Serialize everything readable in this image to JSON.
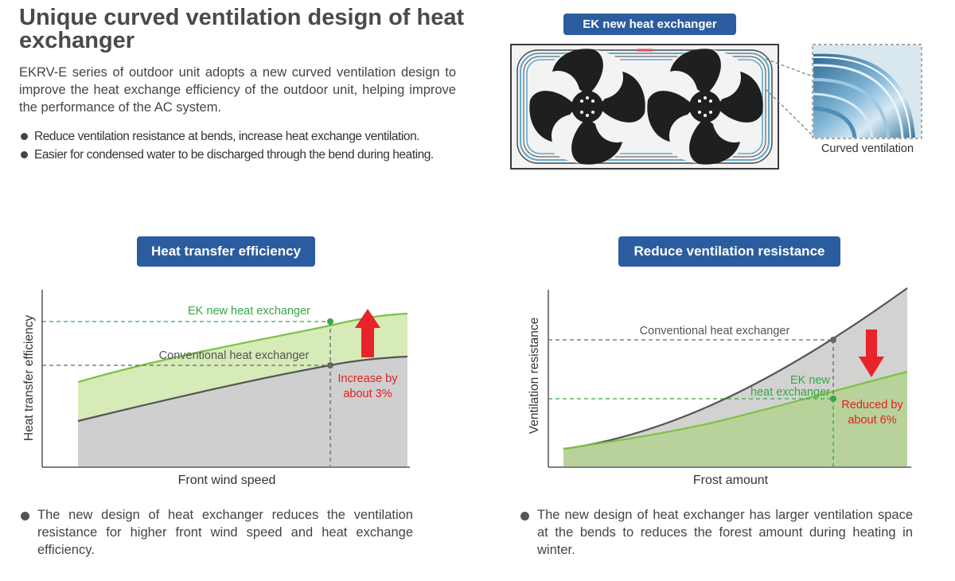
{
  "header": {
    "title": "Unique curved ventilation design of heat exchanger",
    "intro": "EKRV-E series of outdoor unit adopts a new curved ventilation design to improve the heat exchange efficiency of the outdoor unit, helping improve the performance of the AC system.",
    "bullets": [
      "Reduce ventilation resistance at bends, increase heat exchange ventilation.",
      "Easier for condensed water to be discharged through the bend during heating."
    ]
  },
  "exchanger": {
    "badge": "EK new heat exchanger",
    "detail_label": "Curved ventilation"
  },
  "colors": {
    "badge_blue": "#2b5c9f",
    "green_line": "#7cc242",
    "green_fill": "#d6ebb8",
    "gray_fill": "#cfcfcf",
    "red_arrow": "#e8232a",
    "label_green": "#35a845",
    "label_red": "#e0211f"
  },
  "charts": {
    "heat": {
      "badge": "Heat transfer efficiency",
      "ylabel": "Heat transfer efficiency",
      "xlabel": "Front wind speed",
      "new_label": "EK new heat exchanger",
      "conv_label": "Conventional heat exchanger",
      "change_line1": "Increase by",
      "change_line2": "about 3%",
      "note": "The new design of heat exchanger reduces the ventilation resistance for higher front wind speed and heat exchange efficiency."
    },
    "vent": {
      "badge": "Reduce ventilation resistance",
      "ylabel": "Ventilation resistance",
      "xlabel": "Frost amount",
      "conv_label": "Conventional heat exchanger",
      "new_label_line1": "EK new",
      "new_label_line2": "heat exchanger",
      "change_line1": "Reduced by",
      "change_line2": "about 6%",
      "note": "The new design of heat exchanger has larger ventilation space at the bends to reduces the forest amount during heating in winter."
    }
  }
}
